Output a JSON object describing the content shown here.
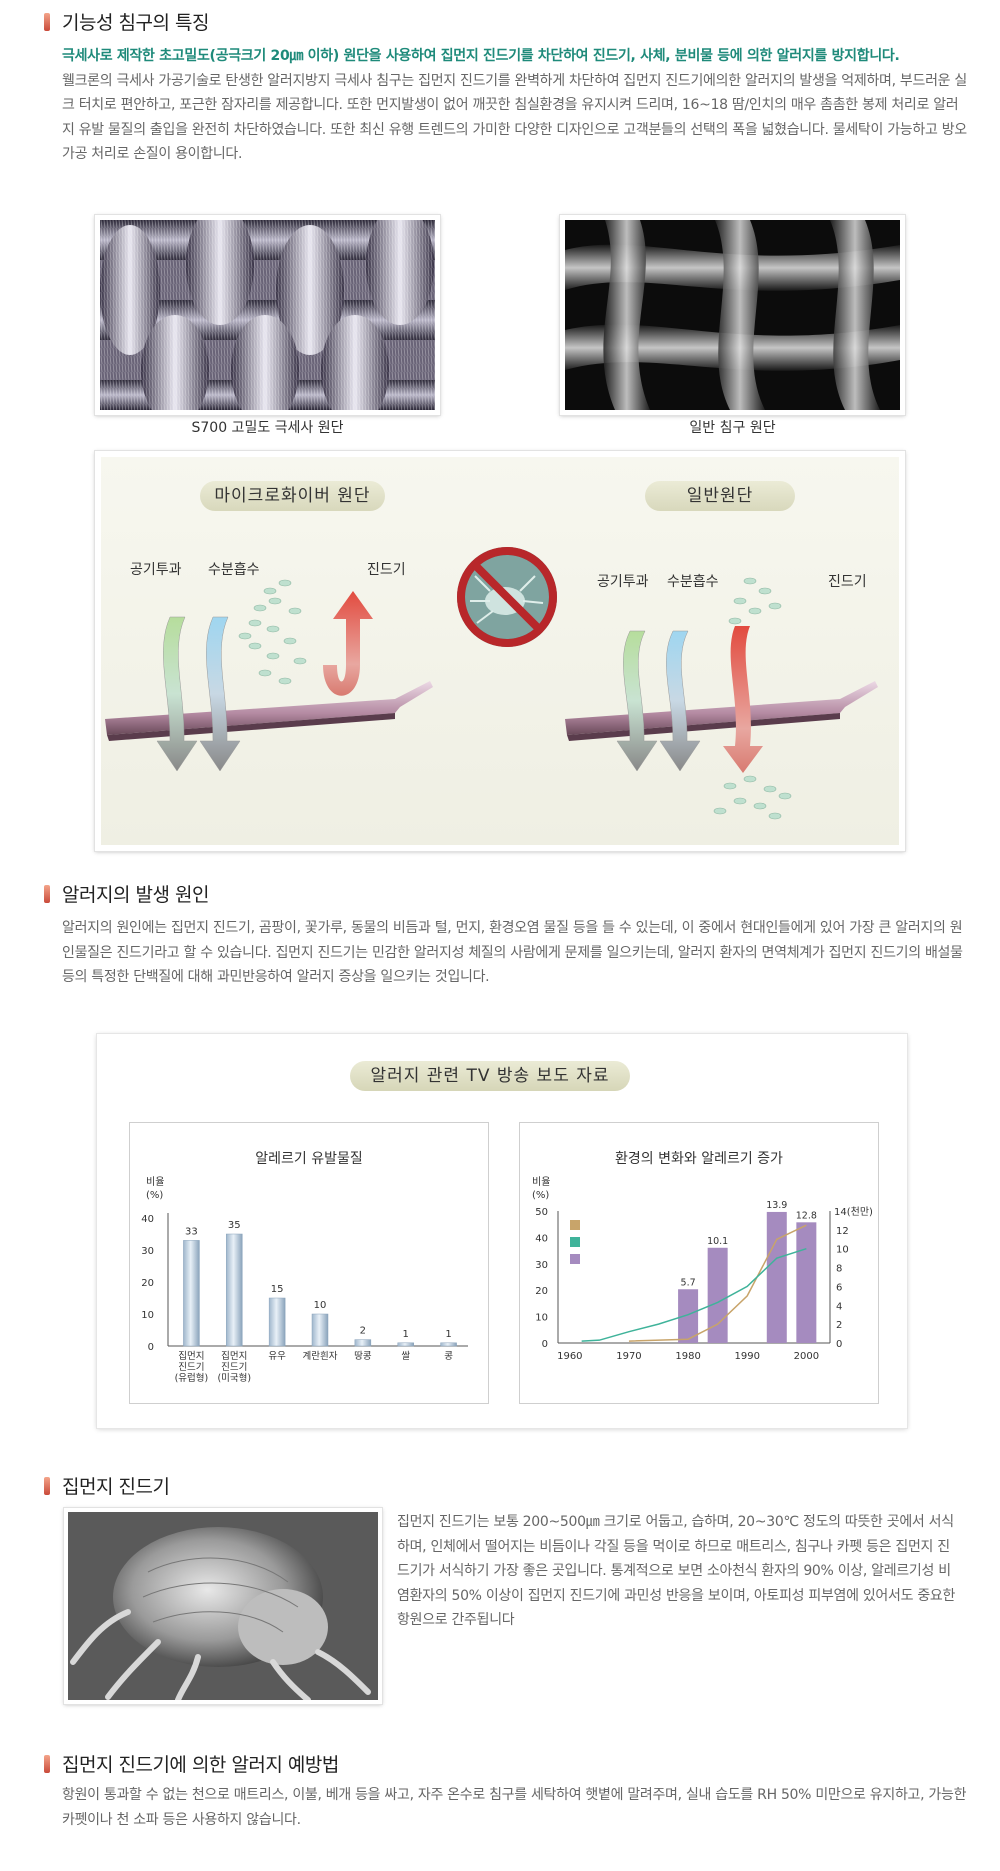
{
  "sections": {
    "features": {
      "title": "기능성 침구의 특징",
      "lead": "극세사로 제작한 초고밀도(공극크기 20㎛ 이하) 원단을 사용하여 집먼지 진드기를 차단하여 진드기, 사체, 분비물 등에 의한 알러지를 방지합니다.",
      "body": "웰크론의 극세사 가공기술로 탄생한 알러지방지 극세사 침구는 집먼지 진드기를 완벽하게 차단하여 집먼지 진드기에의한 알러지의 발생을 억제하며, 부드러운 실크 터치로 편안하고, 포근한 잠자리를 제공합니다. 또한 먼지발생이 없어 깨끗한 침실환경을 유지시켜 드리며, 16~18 땀/인치의 매우 촘촘한 봉제 처리로 알러지 유발 물질의 출입을 완전히 차단하였습니다. 또한 최신 유행 트렌드의 가미한 다양한 디자인으로 고객분들의 선택의 폭을 넓혔습니다. 물세탁이 가능하고 방오가공 처리로 손질이 용이합니다."
    },
    "causes": {
      "title": "알러지의 발생 원인",
      "body": "알러지의 원인에는 집먼지 진드기, 곰팡이, 꽃가루, 동물의 비듬과 털, 먼지, 환경오염 물질 등을 들 수 있는데, 이 중에서 현대인들에게 있어 가장 큰 알러지의 원인물질은 진드기라고 할 수 있습니다. 집먼지 진드기는 민감한 알러지성 체질의 사람에게 문제를 일으키는데, 알러지 환자의 면역체계가 집먼지 진드기의 배설물 등의 특정한 단백질에 대해 과민반응하여 알러지 증상을 일으키는 것입니다."
    },
    "mite": {
      "title": "집먼지 진드기",
      "body": "집먼지 진드기는 보통 200~500㎛ 크기로 어둡고, 습하며, 20~30℃ 정도의 따뜻한 곳에서 서식하며, 인체에서 떨어지는 비듬이나 각질 등을 먹이로 하므로 매트리스, 침구나 카펫 등은 집먼지 진드기가 서식하기 가장 좋은 곳입니다. 통계적으로 보면 소아천식 환자의 90% 이상, 알레르기성 비염환자의 50% 이상이 집먼지 진드기에 과민성 반응을 보이며, 아토피성 피부염에 있어서도 중요한 항원으로 간주됩니다"
    },
    "prevention": {
      "title": "집먼지 진드기에 의한 알러지 예방법",
      "body": "항원이 통과할 수 없는 천으로 매트리스, 이불, 베개 등을 싸고, 자주 온수로 침구를 세탁하여 햇볕에 말려주며, 실내 습도를 RH 50% 미만으로 유지하고, 가능한 카펫이나 천 소파 등은 사용하지 않습니다."
    }
  },
  "fabric_photos": {
    "left_caption": "S700 고밀도 극세사 원단",
    "right_caption": "일반 침구 원단"
  },
  "diagram": {
    "left_title": "마이크로화이버 원단",
    "right_title": "일반원단",
    "air": "공기투과",
    "moisture": "수분흡수",
    "mite": "진드기",
    "icon": "no-mite-icon"
  },
  "tv_report": {
    "title": "알러지 관련  TV 방송 보도 자료",
    "chart1_title": "알레르기 유발물질",
    "chart2_title": "환경의 변화와 알레르기 증가",
    "chart1_ylabel": [
      "비율",
      "(%)"
    ],
    "chart2_ylabel": [
      "비율",
      "(%)"
    ],
    "chart2_y2label": "14(천만)"
  },
  "chart_data": [
    {
      "type": "bar",
      "title": "알레르기 유발물질",
      "ylabel": "비율 (%)",
      "ylim": [
        0,
        40
      ],
      "yticks": [
        0,
        10,
        20,
        30,
        40
      ],
      "categories": [
        [
          "집먼지",
          "진드기",
          "(유럽형)"
        ],
        [
          "집먼지",
          "진드기",
          "(미국형)"
        ],
        [
          "유우"
        ],
        [
          "계란흰자"
        ],
        [
          "땅콩"
        ],
        [
          "쌀"
        ],
        [
          "콩"
        ]
      ],
      "values": [
        33,
        35,
        15,
        10,
        2,
        1,
        1
      ]
    },
    {
      "type": "line+bar",
      "title": "환경의 변화와 알레르기 증가",
      "ylabel": "비율 (%)",
      "ylim": [
        0,
        50
      ],
      "yticks": [
        0,
        10,
        20,
        30,
        40,
        50
      ],
      "y2lim": [
        0,
        14
      ],
      "y2ticks": [
        0,
        2,
        4,
        6,
        8,
        10,
        12,
        14
      ],
      "y2label": "14(천만)",
      "xticks": [
        1960,
        1970,
        1980,
        1990,
        2000
      ],
      "bars": {
        "x": [
          1980,
          1985,
          1995,
          2000
        ],
        "values": [
          5.7,
          10.1,
          13.9,
          12.8
        ],
        "color": "#a58bbf"
      },
      "lines": [
        {
          "color": "#c8a46a",
          "points": [
            [
              1970,
              0.2
            ],
            [
              1980,
              0.4
            ],
            [
              1985,
              2.0
            ],
            [
              1990,
              5.0
            ],
            [
              1995,
              11.0
            ],
            [
              2000,
              12.5
            ]
          ]
        },
        {
          "color": "#3fb39a",
          "points": [
            [
              1962,
              0.2
            ],
            [
              1965,
              0.3
            ],
            [
              1970,
              1.2
            ],
            [
              1975,
              2.0
            ],
            [
              1980,
              3.0
            ],
            [
              1985,
              4.3
            ],
            [
              1990,
              6.0
            ],
            [
              1995,
              9.0
            ],
            [
              2000,
              10.0
            ]
          ]
        }
      ],
      "legend_colors": [
        "#c8a46a",
        "#3fb39a",
        "#a58bbf"
      ]
    }
  ]
}
